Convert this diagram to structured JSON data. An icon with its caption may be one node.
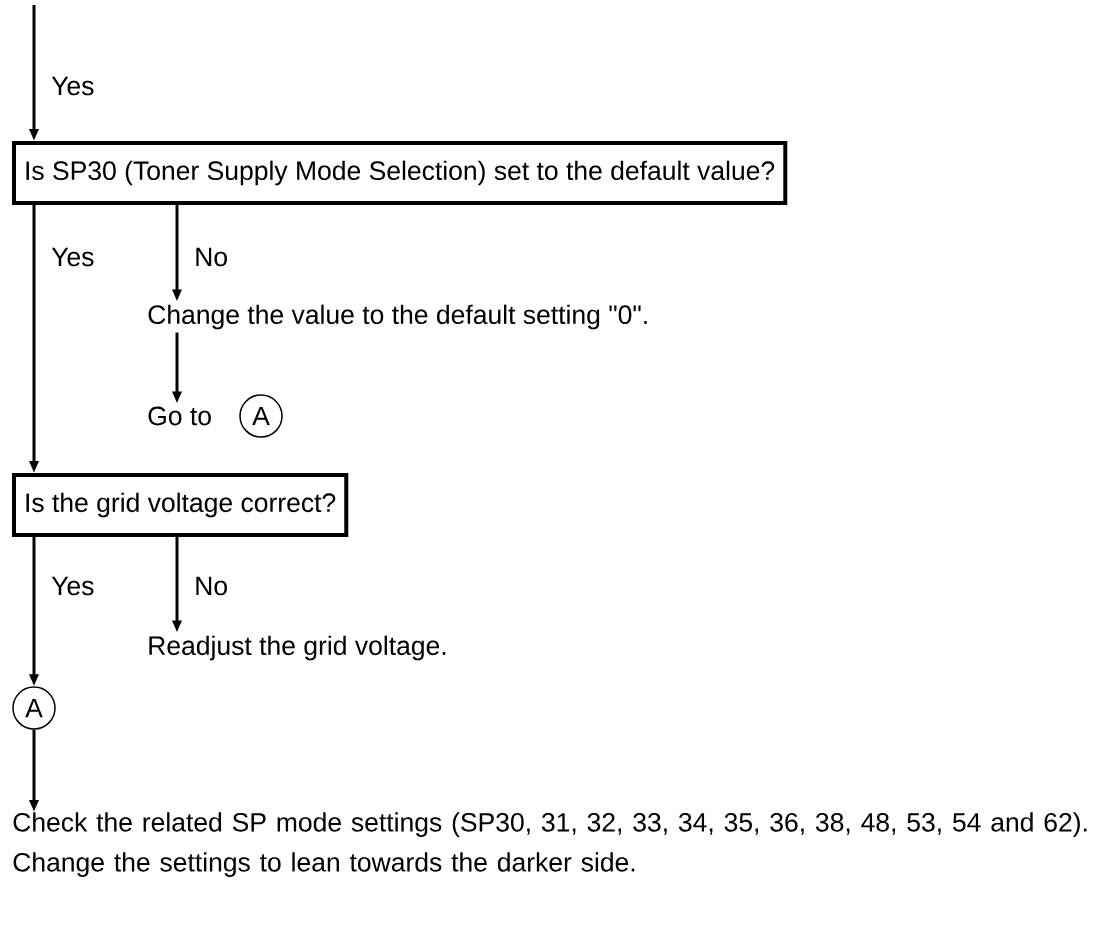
{
  "diagram": {
    "nodes": [
      {
        "text": [
          "Is SP30 (Toner Supply Mode Selection) set to the default value?"
        ]
      },
      {
        "text": [
          "Change the value to the default setting \"0\"."
        ]
      },
      {
        "text": [
          "Go to"
        ]
      },
      {
        "text": [
          "A"
        ]
      },
      {
        "text": [
          "Is the grid voltage correct?"
        ]
      },
      {
        "text": [
          "Readjust the grid voltage."
        ]
      },
      {
        "text": [
          "A"
        ]
      },
      {
        "text": [
          "Check the related SP mode settings (SP30, 31, 32, 33, 34, 35, 36, 38, 48, 53, 54 and 62).",
          "Change the settings to lean towards the darker side."
        ]
      }
    ],
    "edges": [
      {
        "from": null,
        "to": 0,
        "arrow": "to",
        "label": "Yes"
      },
      {
        "from": 0,
        "to": 1,
        "arrow": "to",
        "label": "No"
      },
      {
        "from": 1,
        "to": 2,
        "arrow": "to"
      },
      {
        "from": 0,
        "to": 4,
        "arrow": "to",
        "label": "Yes"
      },
      {
        "from": 4,
        "to": 5,
        "arrow": "to",
        "label": "No"
      },
      {
        "from": 4,
        "to": 6,
        "arrow": "to",
        "label": "Yes"
      },
      {
        "from": 6,
        "to": 7,
        "arrow": "to"
      }
    ]
  }
}
